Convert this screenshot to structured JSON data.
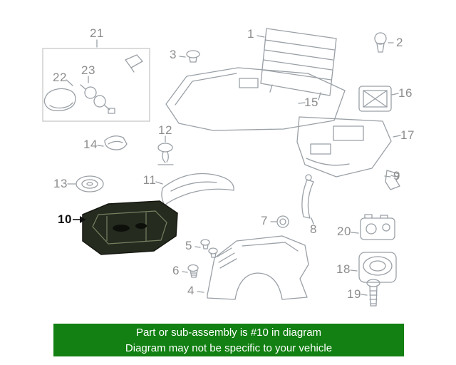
{
  "banner": {
    "line1": "Part or sub-assembly is #10 in diagram",
    "line2": "Diagram may not be specific to your vehicle",
    "bg_color": "#128012",
    "text_color": "#ffffff"
  },
  "colors": {
    "line": "#9aa0a6",
    "box_line": "#cccccc",
    "label": "#8d8d8d",
    "highlight_fill": "#262b20",
    "highlight_inner_line": "#76805f",
    "highlight_slot": "#0d100a",
    "arrow": "#111111"
  },
  "highlighted_part": "10",
  "labels": {
    "p1": "1",
    "p2": "2",
    "p3": "3",
    "p4": "4",
    "p5": "5",
    "p6": "6",
    "p7": "7",
    "p8": "8",
    "p9": "9",
    "p10": "10",
    "p11": "11",
    "p12": "12",
    "p13": "13",
    "p14": "14",
    "p15": "15",
    "p16": "16",
    "p17": "17",
    "p18": "18",
    "p19": "19",
    "p20": "20",
    "p21": "21",
    "p22": "22",
    "p23": "23"
  }
}
